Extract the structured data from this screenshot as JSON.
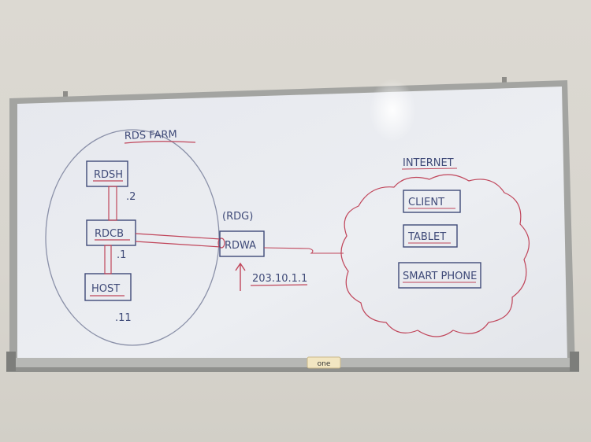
{
  "board": {
    "farm_label": "RDS FARM",
    "nodes": {
      "rdsh": "RDSH",
      "rdcb": "RDCB",
      "host": "HOST",
      "rdwa": "RDWA"
    },
    "addresses": {
      "rdsh": ".2",
      "rdcb": ".1",
      "host": ".11",
      "public_ip": "203.10.1.1"
    },
    "gateway_label": "(RDG)",
    "internet_label": "INTERNET",
    "devices": [
      "CLIENT",
      "TABLET",
      "SMART PHONE"
    ],
    "tray_tag": "one"
  },
  "colors": {
    "board": "#e9ebef",
    "blue_marker": "#3f4a78",
    "red_marker": "#c0455a",
    "frame": "#9a9b98"
  }
}
